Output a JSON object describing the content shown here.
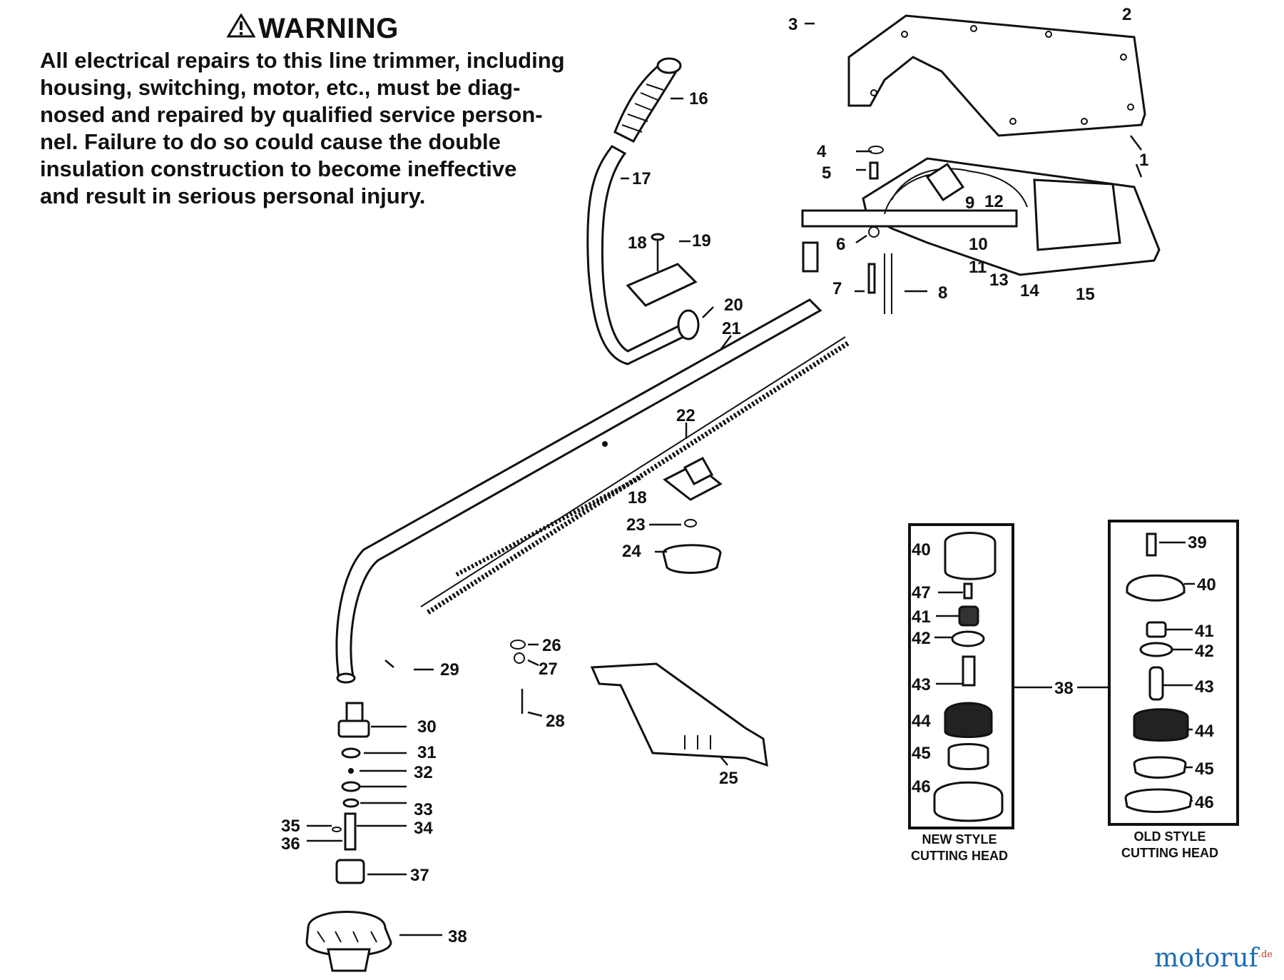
{
  "warning": {
    "title": "WARNING",
    "lines": [
      "All electrical repairs to this line trimmer, including",
      "housing, switching, motor, etc., must be diag-",
      "nosed and repaired by qualified service person-",
      "nel. Failure to do so could cause the double",
      "insulation construction to become ineffective",
      "and result in serious personal injury."
    ]
  },
  "labels": {
    "p1": "1",
    "p2": "2",
    "p3": "3",
    "p4": "4",
    "p5": "5",
    "p6": "6",
    "p7": "7",
    "p8": "8",
    "p9": "9",
    "p10": "10",
    "p11": "11",
    "p12": "12",
    "p13": "13",
    "p14": "14",
    "p15": "15",
    "p16": "16",
    "p17": "17",
    "p18": "18",
    "p19": "19",
    "p20": "20",
    "p21": "21",
    "p22": "22",
    "p23": "23",
    "p24": "24",
    "p25": "25",
    "p26": "26",
    "p27": "27",
    "p28": "28",
    "p29": "29",
    "p30": "30",
    "p31": "31",
    "p32": "32",
    "p33": "33",
    "p34": "34",
    "p35": "35",
    "p36": "36",
    "p37": "37",
    "p38": "38",
    "p39": "39",
    "p40": "40",
    "p41": "41",
    "p42": "42",
    "p43": "43",
    "p44": "44",
    "p45": "45",
    "p46": "46",
    "p47": "47"
  },
  "new_style": {
    "line1": "NEW STYLE",
    "line2": "CUTTING HEAD"
  },
  "old_style": {
    "line1": "OLD STYLE",
    "line2": "CUTTING HEAD"
  },
  "watermark": {
    "text": "motoruf",
    "suffix": ".de"
  }
}
